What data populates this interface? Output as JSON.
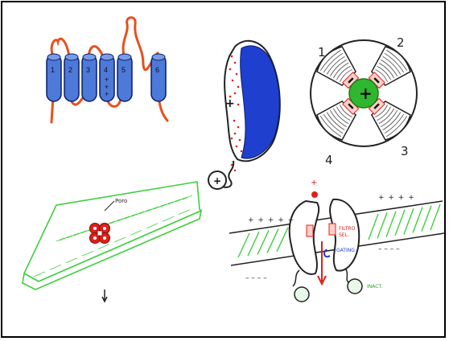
{
  "colors": {
    "helix_fill": "#4d79d9",
    "helix_stroke": "#0a1f6b",
    "loop": "#e8501e",
    "voltage_sensor": "#1f3fcf",
    "membrane": "#3fcf3f",
    "pore_core": "#2fb82f",
    "ion": "#e0201a",
    "gate_blue": "#2040d0",
    "ink": "#222222"
  },
  "topology": {
    "segments": [
      "1",
      "2",
      "3",
      "4",
      "5",
      "6"
    ],
    "charge_marks": [
      "+",
      "+",
      "+"
    ]
  },
  "sensor": {
    "charge_sign": "+",
    "ball_sign": "+"
  },
  "tetramer": {
    "subunit_labels": [
      "1",
      "2",
      "3",
      "4"
    ],
    "center_sign": "+"
  },
  "membrane_pore": {
    "pore_label": "Poro"
  },
  "channel": {
    "ion_sign": "+",
    "top_charges_left": "+ + + + +",
    "top_charges_right": "+ + + +",
    "bottom_charges_left": "– – – –",
    "bottom_charges_right": "– – – –",
    "filter_label_1": "FILTRO",
    "filter_label_2": "SEL.",
    "gate_label": "GATING",
    "inact_label": "INACT."
  }
}
